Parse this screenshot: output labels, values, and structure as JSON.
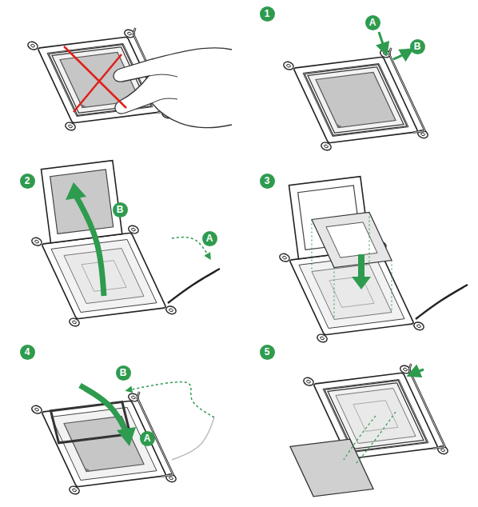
{
  "diagram": {
    "labels": [
      "1",
      "A",
      "B",
      "2",
      "B",
      "A",
      "3",
      "4",
      "B",
      "A",
      "5"
    ]
  }
}
